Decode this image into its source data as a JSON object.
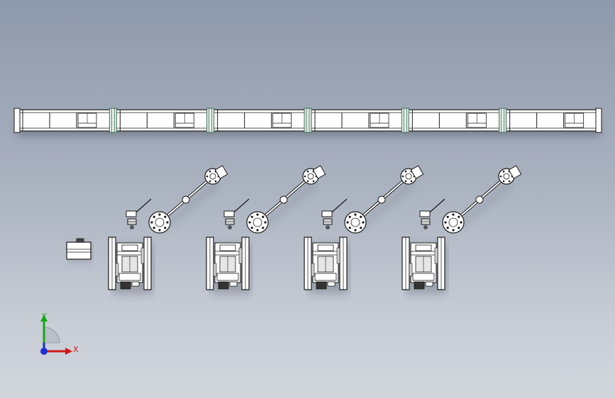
{
  "view": {
    "background_top": "#8e99ab",
    "background_bottom": "#d2d6dd",
    "part_fill": "#ffffff",
    "part_edge": "#1a1a1a",
    "accent_edge": "#3a6b52"
  },
  "model": {
    "rail_module_count": 6,
    "station_count": 4,
    "arm_count": 4
  },
  "triad": {
    "x_label": "X",
    "y_label": "Y",
    "x_color": "#d01818",
    "y_color": "#16a816",
    "z_color": "#1a2fd6",
    "icon": "coordinate-triad-icon"
  }
}
